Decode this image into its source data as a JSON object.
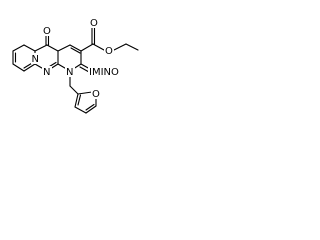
{
  "molecule": {
    "atoms": {
      "carbonyl_oxygen": "O",
      "ester_oxygen_carbonyl": "O",
      "ester_oxygen_ether": "O",
      "pyridine_nitrogen": "N",
      "pyrimidine_nitrogen": "N",
      "ring_nitrogen_n1": "N",
      "imine_label": "IMINO",
      "furan_oxygen": "O"
    }
  }
}
